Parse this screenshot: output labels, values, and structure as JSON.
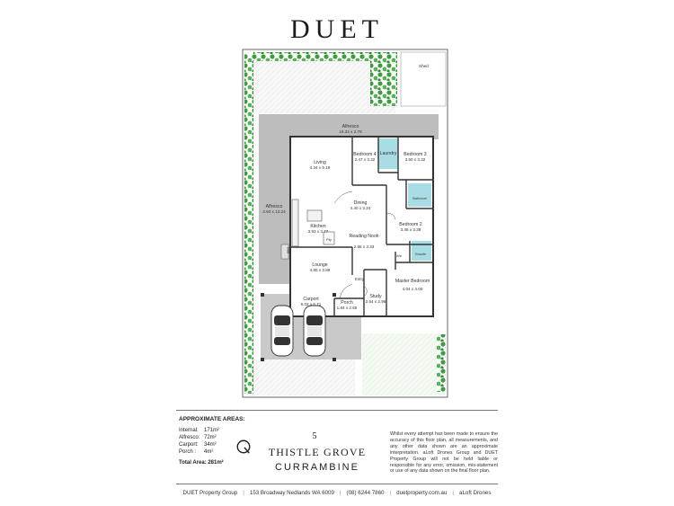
{
  "brand": "DUET",
  "plan": {
    "shed_label": "Shed",
    "rooms": [
      {
        "key": "alfresco_top",
        "name": "Alfresco",
        "dims": "16.34 x 2.78"
      },
      {
        "key": "alfresco_side",
        "name": "Alfresco",
        "dims": "2.93 x 13.24"
      },
      {
        "key": "living",
        "name": "Living",
        "dims": "4.34 x 5.18"
      },
      {
        "key": "bedroom4",
        "name": "Bedroom 4",
        "dims": "2.47 x 3.32"
      },
      {
        "key": "laundry",
        "name": "Laundry",
        "dims": ""
      },
      {
        "key": "bedroom3",
        "name": "Bedroom 3",
        "dims": "3.50 x 3.32"
      },
      {
        "key": "dining",
        "name": "Dining",
        "dims": "4.40 x 3.24"
      },
      {
        "key": "bathroom",
        "name": "Bathroom",
        "dims": ""
      },
      {
        "key": "kitchen",
        "name": "Kitchen",
        "dims": "3.93 x 3.77"
      },
      {
        "key": "pantry",
        "name": "Pty",
        "dims": ""
      },
      {
        "key": "bedroom2",
        "name": "Bedroom 2",
        "dims": "3.46 x 3.38"
      },
      {
        "key": "reading",
        "name": "Reading Nook",
        "dims": "2.88 x 3.33"
      },
      {
        "key": "wir",
        "name": "Wir",
        "dims": ""
      },
      {
        "key": "ensuite",
        "name": "Ensuite",
        "dims": ""
      },
      {
        "key": "lounge",
        "name": "Lounge",
        "dims": "4.85 x 3.89"
      },
      {
        "key": "entry",
        "name": "Entry",
        "dims": ""
      },
      {
        "key": "master",
        "name": "Master Bedroom",
        "dims": "4.04 x 4.00"
      },
      {
        "key": "study",
        "name": "Study",
        "dims": "2.54 x 2.96"
      },
      {
        "key": "carport",
        "name": "Carport",
        "dims": "6.02 x 5.71"
      },
      {
        "key": "porch",
        "name": "Porch",
        "dims": "1.84 x 2.65"
      },
      {
        "key": "bbq",
        "name": "BBQ",
        "dims": ""
      }
    ]
  },
  "areas": {
    "heading": "APPROXIMATE AREAS:",
    "items": [
      {
        "label": "Internal:",
        "value": "171m²"
      },
      {
        "label": "Alfresco:",
        "value": "72m²"
      },
      {
        "label": "Carport:",
        "value": "34m²"
      },
      {
        "label": "Porch :",
        "value": "4m²"
      }
    ],
    "total": "Total Area: 281m²"
  },
  "address": {
    "number": "5",
    "street": "THISTLE GROVE",
    "suburb": "CURRAMBINE"
  },
  "disclaimer": "Whilst every attempt has been made to ensure the accuracy of this floor plan, all measurements, and any other data shown are an approximate interpretation. aLoft Drones Group and DUET Property Group will not be held liable or responsible for any error, omission, mis-statement or use of any data shown on the final floor plan.",
  "footer": {
    "company": "DUET Property Group",
    "address": "153 Broadway Nedlands WA 6009",
    "phone": "(08) 6244 7860",
    "website": "duetproperty.com.au",
    "credit": "aLoft Drones"
  },
  "colors": {
    "grass": "#3f9d3f",
    "paving": "#b9b9b9",
    "wall": "#333333",
    "wet_area": "#a8dde6"
  }
}
